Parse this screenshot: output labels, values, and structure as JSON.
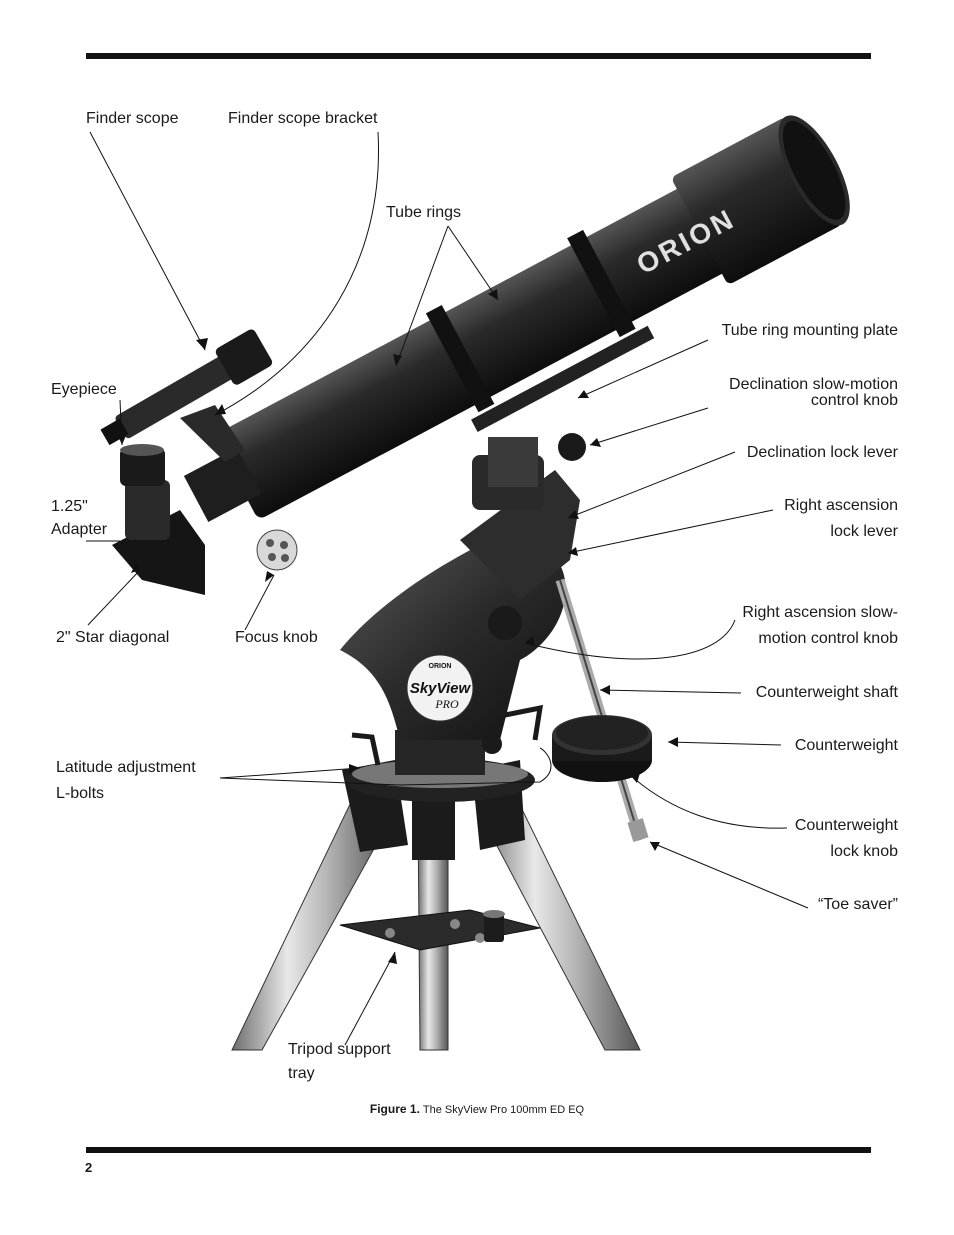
{
  "figure": {
    "caption_label": "Figure 1.",
    "caption_text": "The SkyView Pro 100mm ED EQ",
    "brand": "ORION",
    "badge_brand": "ORION",
    "badge_line1": "SkyView",
    "badge_line2": "PRO"
  },
  "labels": {
    "finder_scope": "Finder scope",
    "finder_scope_bracket": "Finder scope bracket",
    "tube_rings": "Tube rings",
    "eyepiece": "Eyepiece",
    "adapter_1": "1.25\"",
    "adapter_2": "Adapter",
    "star_diagonal": "2\" Star diagonal",
    "focus_knob": "Focus knob",
    "latitude_1": "Latitude adjustment",
    "latitude_2": "L-bolts",
    "tripod_tray_1": "Tripod support",
    "tripod_tray_2": "tray",
    "tube_ring_plate": "Tube ring mounting plate",
    "dec_slow_1": "Declination slow-motion",
    "dec_slow_2": "control knob",
    "dec_lock": "Declination lock lever",
    "ra_lock_1": "Right ascension",
    "ra_lock_2": "lock lever",
    "ra_slow_1": "Right ascension slow-",
    "ra_slow_2": "motion control knob",
    "cw_shaft": "Counterweight shaft",
    "counterweight": "Counterweight",
    "cw_lock_1": "Counterweight",
    "cw_lock_2": "lock knob",
    "toe_saver": "“Toe saver”"
  },
  "page_number": "2"
}
